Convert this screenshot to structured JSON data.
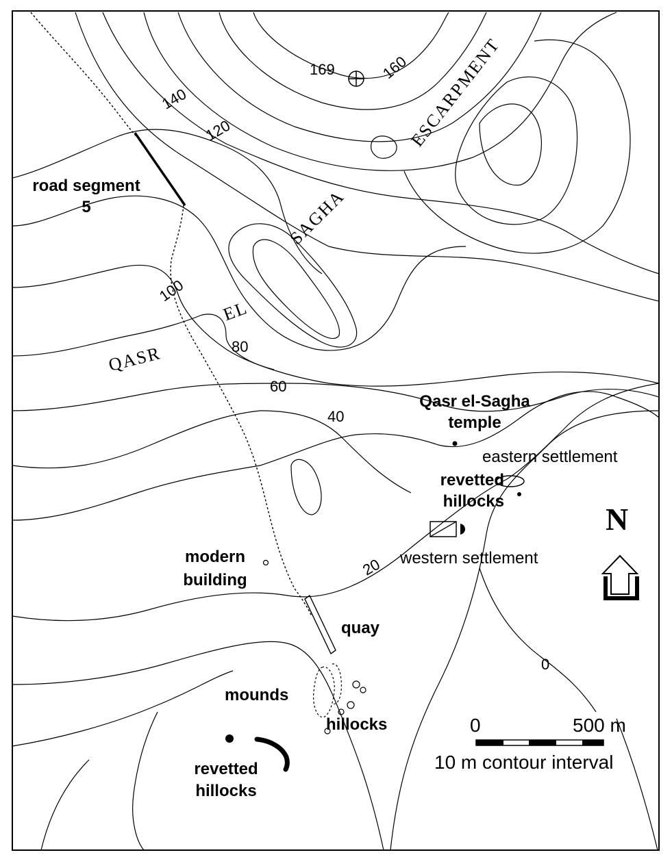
{
  "region": {
    "escarpment_words": [
      "QASR",
      "EL",
      "SAGHA",
      "ESCARPMENT"
    ]
  },
  "contours": {
    "elevations": [
      "169",
      "160",
      "140",
      "120",
      "100",
      "80",
      "60",
      "40",
      "20",
      "0"
    ]
  },
  "features": {
    "road_segment": {
      "line1": "road segment",
      "line2": "5"
    },
    "temple": {
      "line1": "Qasr el-Sagha",
      "line2": "temple"
    },
    "eastern_settlement": "eastern settlement",
    "revetted_hillocks_north": {
      "line1": "revetted",
      "line2": "hillocks"
    },
    "western_settlement": "western settlement",
    "modern_building": {
      "line1": "modern",
      "line2": "building"
    },
    "quay": "quay",
    "mounds": "mounds",
    "hillocks": "hillocks",
    "revetted_hillocks_south": {
      "line1": "revetted",
      "line2": "hillocks"
    }
  },
  "north_arrow": {
    "label": "N"
  },
  "scale_bar": {
    "start": "0",
    "end": "500 m",
    "note": "10 m contour interval"
  },
  "colors": {
    "ink": "#000000",
    "paper": "#ffffff"
  }
}
